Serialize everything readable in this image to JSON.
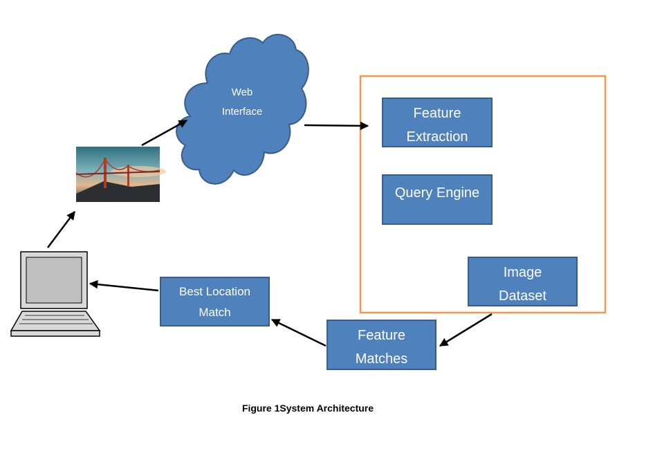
{
  "nodes": {
    "web_interface": {
      "line1": "Web",
      "line2": "Interface"
    },
    "feature_extraction": {
      "line1": "Feature",
      "line2": "Extraction"
    },
    "query_engine": {
      "line1": "Query Engine"
    },
    "image_dataset": {
      "line1": "Image",
      "line2": "Dataset"
    },
    "feature_matches": {
      "line1": "Feature",
      "line2": "Matches"
    },
    "best_location_match": {
      "line1": "Best Location",
      "line2": "Match"
    }
  },
  "caption": "Figure 1System Architecture",
  "colors": {
    "box_fill": "#4f81bd",
    "box_border": "#385d8a",
    "container_border": "#f79646",
    "arrow": "#000000"
  },
  "icons": [
    "laptop-icon",
    "bridge-photo",
    "cloud-shape"
  ]
}
